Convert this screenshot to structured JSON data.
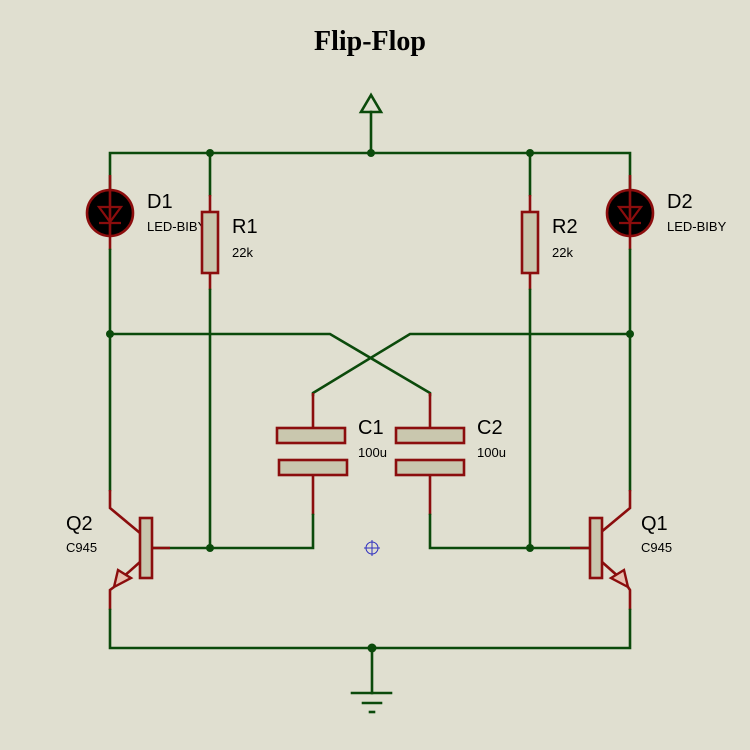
{
  "title": "Flip-Flop",
  "colors": {
    "background": "#e0dfd0",
    "wire": "#0b4a0b",
    "component_outline": "#8b0d0d",
    "component_fill": "#c9c7ae",
    "led_fill": "#000000",
    "origin_marker": "#3030c0"
  },
  "components": {
    "d1": {
      "ref": "D1",
      "value": "LED-BIBY",
      "type": "led"
    },
    "d2": {
      "ref": "D2",
      "value": "LED-BIBY",
      "type": "led"
    },
    "r1": {
      "ref": "R1",
      "value": "22k",
      "type": "resistor"
    },
    "r2": {
      "ref": "R2",
      "value": "22k",
      "type": "resistor"
    },
    "c1": {
      "ref": "C1",
      "value": "100u",
      "type": "capacitor"
    },
    "c2": {
      "ref": "C2",
      "value": "100u",
      "type": "capacitor"
    },
    "q1": {
      "ref": "Q1",
      "value": "C945",
      "type": "npn-transistor"
    },
    "q2": {
      "ref": "Q2",
      "value": "C945",
      "type": "npn-transistor"
    }
  },
  "terminals": {
    "power": "power-terminal",
    "ground": "ground-terminal"
  }
}
